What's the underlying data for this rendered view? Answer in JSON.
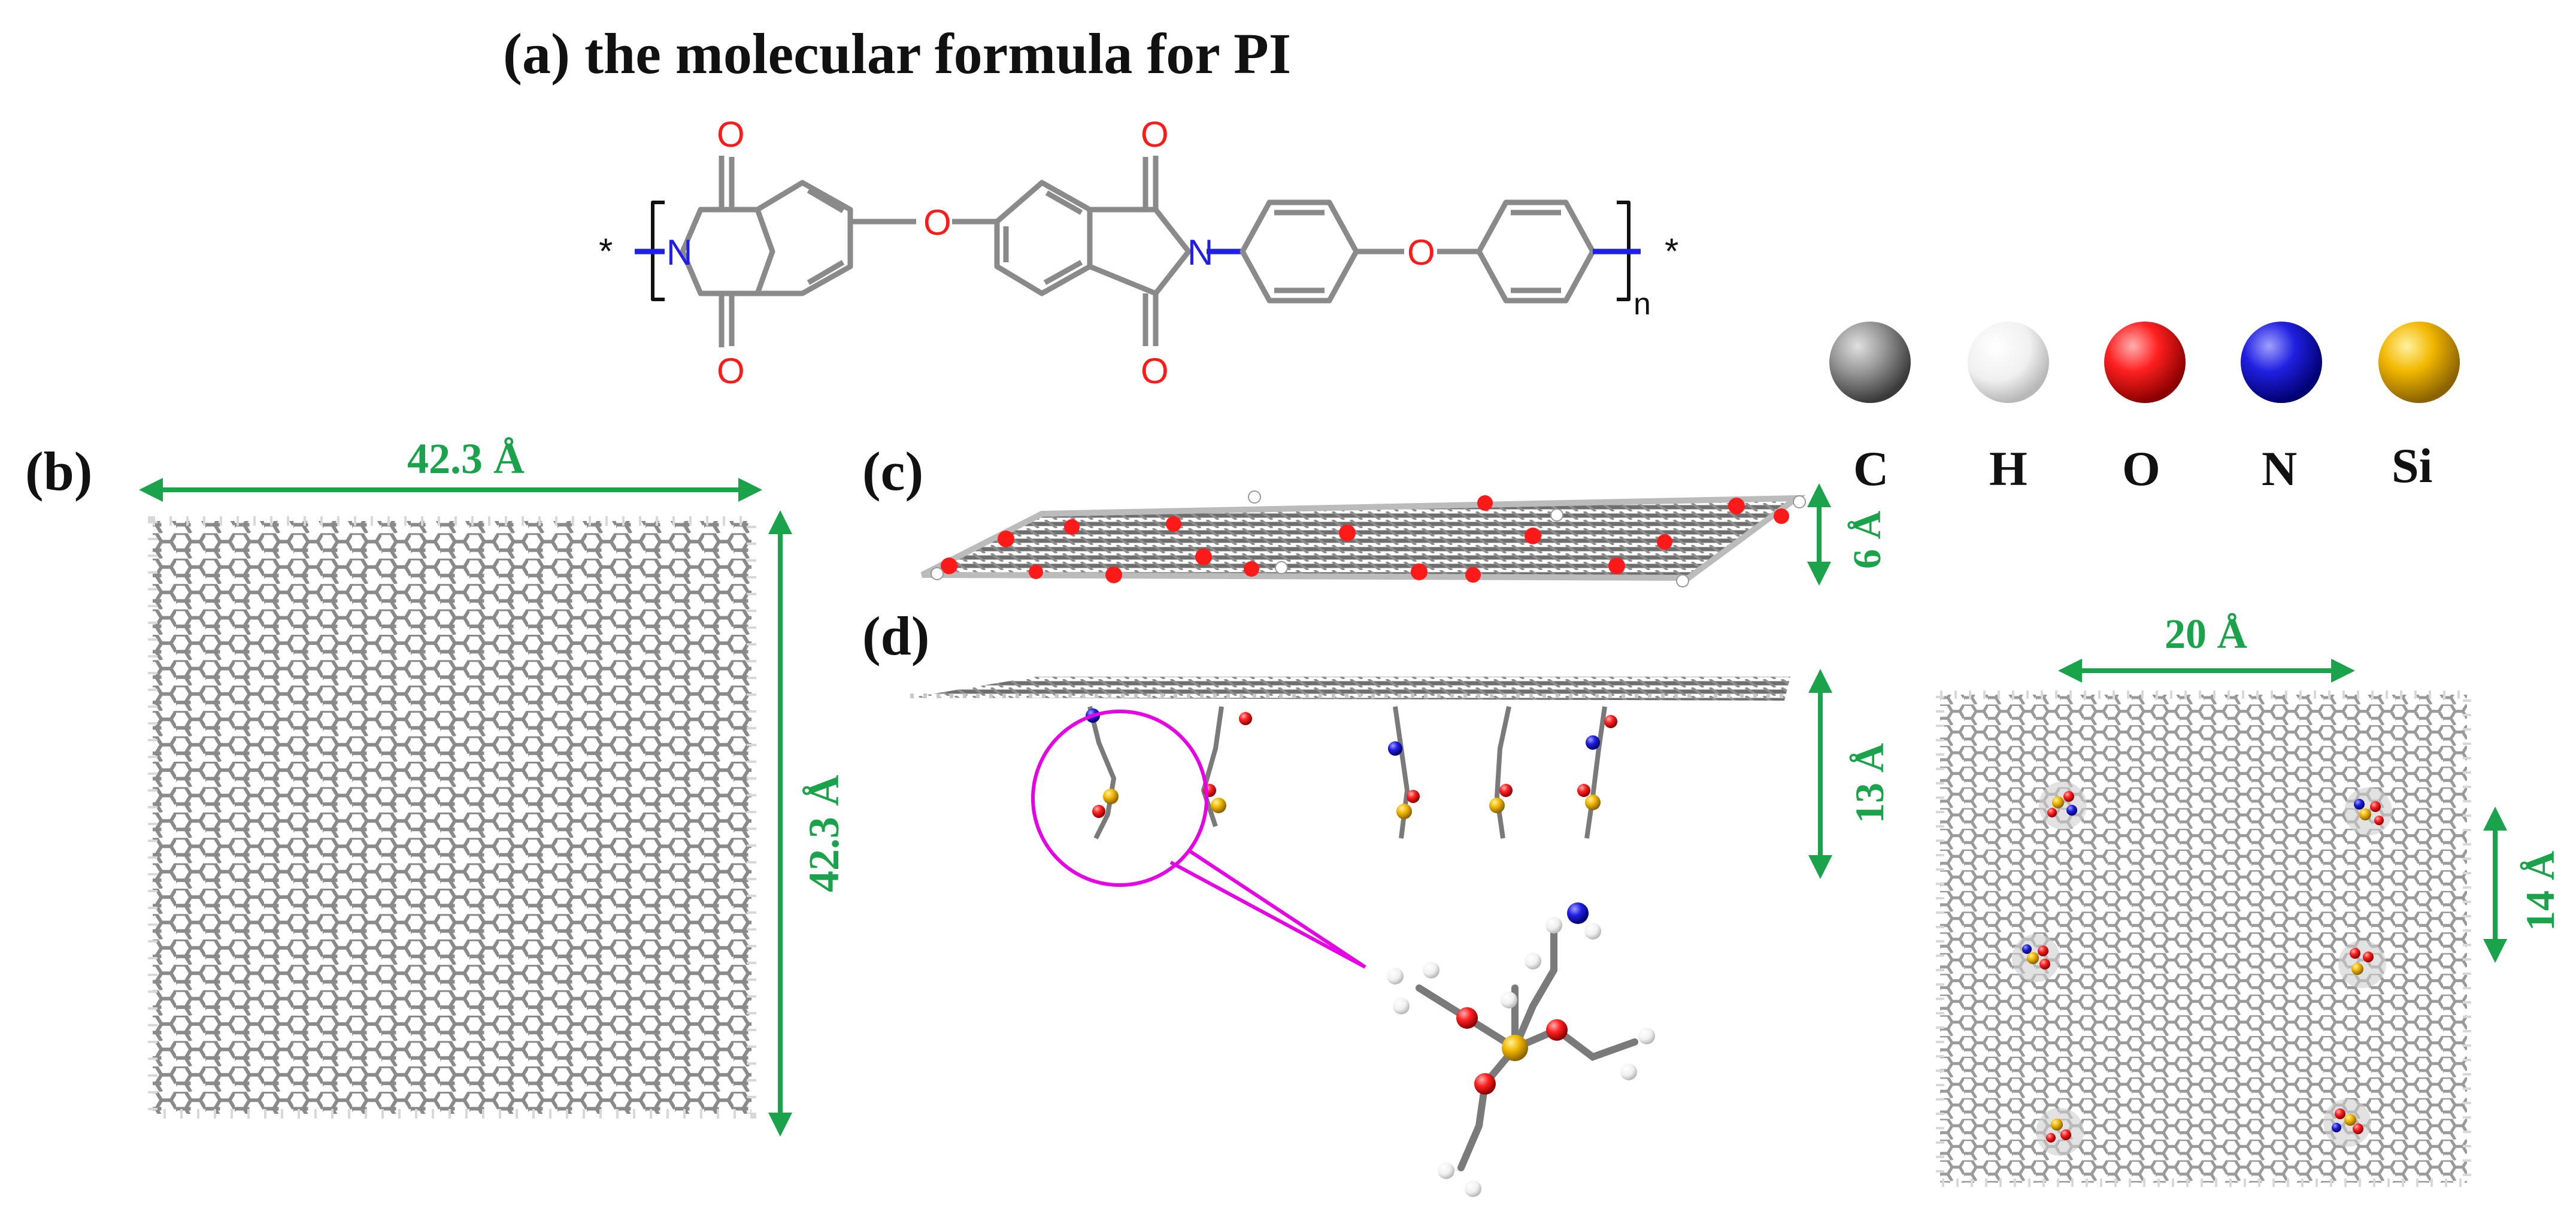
{
  "title": "(a) the molecular formula for PI",
  "formula": {
    "atom_O": "O",
    "atom_N": "N",
    "star": "*",
    "subscript": "n"
  },
  "panels": {
    "b": "(b)",
    "c": "(c)",
    "d": "(d)"
  },
  "dimensions": {
    "b_width": "42.3 Å",
    "b_height": "42.3 Å",
    "c_thickness": "6 Å",
    "d_height": "13 Å",
    "d_spacing_x": "20 Å",
    "d_spacing_y": "14 Å"
  },
  "legend": [
    {
      "label": "C",
      "color": "#8c8c8c"
    },
    {
      "label": "H",
      "color": "#f2f2f2"
    },
    {
      "label": "O",
      "color": "#ff1a1a"
    },
    {
      "label": "N",
      "color": "#1f1fe6"
    },
    {
      "label": "Si",
      "color": "#f2b800"
    }
  ],
  "colors": {
    "arrow": "#1aa34a",
    "dimension_text": "#1aa34a",
    "callout": "#e600e6",
    "bond": "#8a8a8a",
    "atom_O": "#ff1a1a",
    "atom_N": "#1f1fe6"
  }
}
